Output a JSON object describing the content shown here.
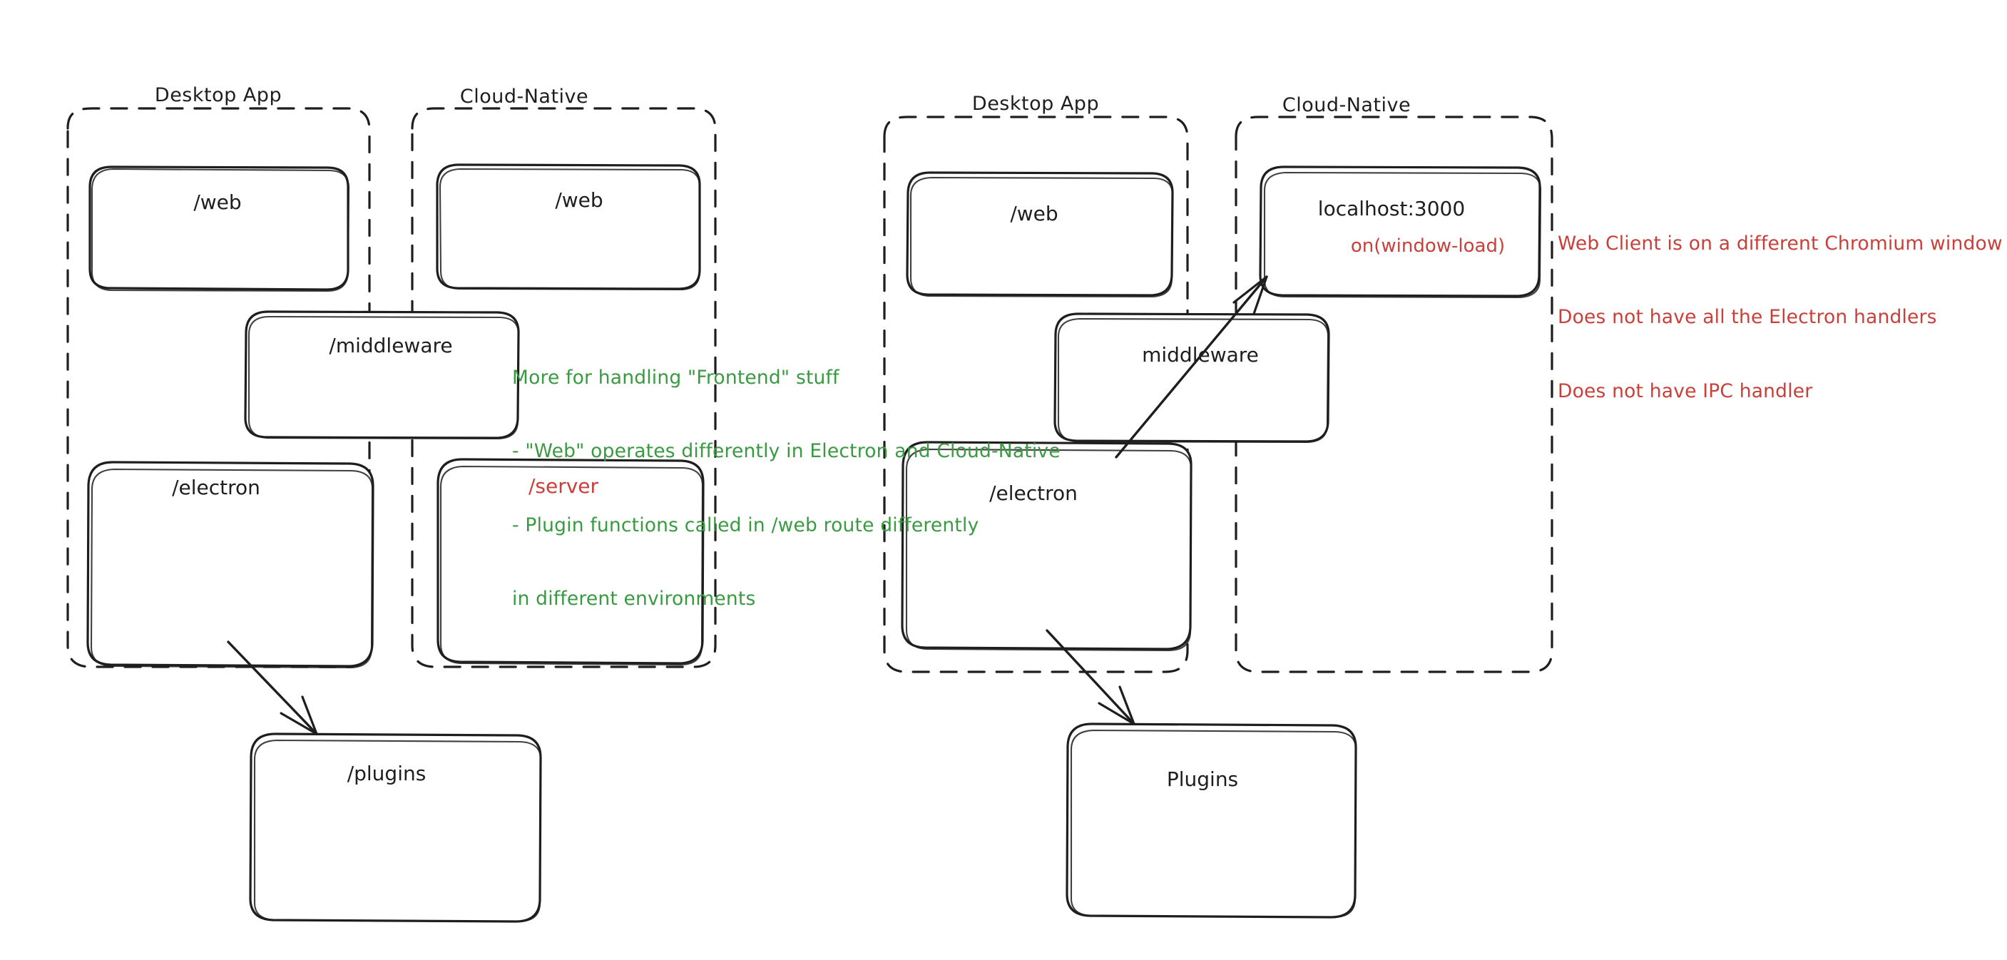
{
  "diagram": {
    "title": "Desktop App vs Cloud-Native architecture sketch",
    "style": "hand-drawn",
    "colors": {
      "stroke": "#1e1e1e",
      "green": "#3a9a42",
      "red": "#c9403a",
      "background": "#ffffff"
    }
  },
  "left_diagram": {
    "groups": [
      {
        "id": "left-desktop-app",
        "label": "Desktop App"
      },
      {
        "id": "left-cloud-native",
        "label": "Cloud-Native"
      }
    ],
    "nodes": [
      {
        "id": "left-desktop-web",
        "label": "/web",
        "color": "black"
      },
      {
        "id": "left-cloud-web",
        "label": "/web",
        "color": "black"
      },
      {
        "id": "left-middleware",
        "label": "/middleware",
        "color": "black"
      },
      {
        "id": "left-electron",
        "label": "/electron",
        "color": "black"
      },
      {
        "id": "left-server",
        "label": "/server",
        "color": "red"
      },
      {
        "id": "left-plugins",
        "label": "/plugins",
        "color": "black"
      }
    ],
    "note_green": {
      "lines": [
        "More for handling \"Frontend\" stuff",
        "- \"Web\" operates differently in Electron and Cloud-Native",
        "- Plugin functions called in /web route differently",
        "in different environments"
      ]
    },
    "edges": [
      {
        "from": "left-electron",
        "to": "left-plugins"
      }
    ]
  },
  "right_diagram": {
    "groups": [
      {
        "id": "right-desktop-app",
        "label": "Desktop App"
      },
      {
        "id": "right-cloud-native",
        "label": "Cloud-Native"
      }
    ],
    "nodes": [
      {
        "id": "right-desktop-web",
        "label": "/web",
        "color": "black"
      },
      {
        "id": "right-localhost",
        "label": "localhost:3000",
        "sublabel": "on(window-load)",
        "color": "black"
      },
      {
        "id": "right-middleware",
        "label": "middleware",
        "color": "black"
      },
      {
        "id": "right-electron",
        "label": "/electron",
        "color": "black"
      },
      {
        "id": "right-plugins",
        "label": "Plugins",
        "color": "black"
      }
    ],
    "note_red": {
      "lines": [
        "Web Client is on a different Chromium window",
        "Does not have all the Electron handlers",
        "Does not have IPC handler"
      ]
    },
    "edges": [
      {
        "from": "right-electron",
        "to": "right-localhost"
      },
      {
        "from": "right-electron",
        "to": "right-plugins"
      }
    ]
  }
}
